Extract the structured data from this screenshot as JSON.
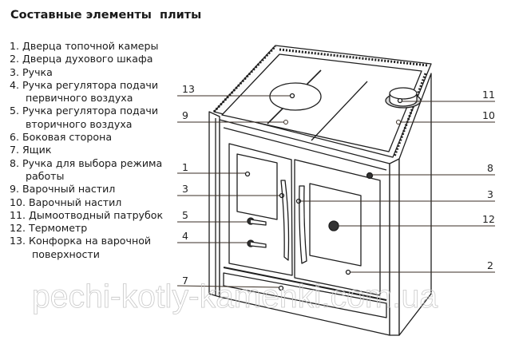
{
  "title": "Составные элементы  плиты",
  "legend": [
    {
      "num": "1.",
      "text": "Дверца топочной камеры",
      "cont": ""
    },
    {
      "num": "2.",
      "text": "Дверца духового шкафа",
      "cont": ""
    },
    {
      "num": "3.",
      "text": "Ручка",
      "cont": ""
    },
    {
      "num": "4.",
      "text": "Ручка регулятора подачи",
      "cont": "первичного воздуха"
    },
    {
      "num": "5.",
      "text": "Ручка регулятора подачи",
      "cont": "вторичного воздуха"
    },
    {
      "num": "6.",
      "text": "Боковая сторона",
      "cont": ""
    },
    {
      "num": "7.",
      "text": "Ящик",
      "cont": ""
    },
    {
      "num": "8.",
      "text": "Ручка для выбора режима",
      "cont": "работы"
    },
    {
      "num": "9.",
      "text": "Варочный настил",
      "cont": ""
    },
    {
      "num": "10.",
      "text": "Варочный настил",
      "cont": ""
    },
    {
      "num": "11.",
      "text": "Дымоотводный патрубок",
      "cont": ""
    },
    {
      "num": "12.",
      "text": "Термометр",
      "cont": ""
    },
    {
      "num": "13.",
      "text": "Конфорка на варочной",
      "cont": "поверхности"
    }
  ],
  "callouts": {
    "left": [
      "13",
      "9",
      "1",
      "3",
      "5",
      "4",
      "7"
    ],
    "right": [
      "11",
      "10",
      "8",
      "3",
      "12",
      "2"
    ]
  },
  "watermark": "pechi-kotly-kamenki.com.ua",
  "colors": {
    "line": "#1e1e1e",
    "leader": "#3a2e24",
    "watermark": "#c8c8c8"
  }
}
